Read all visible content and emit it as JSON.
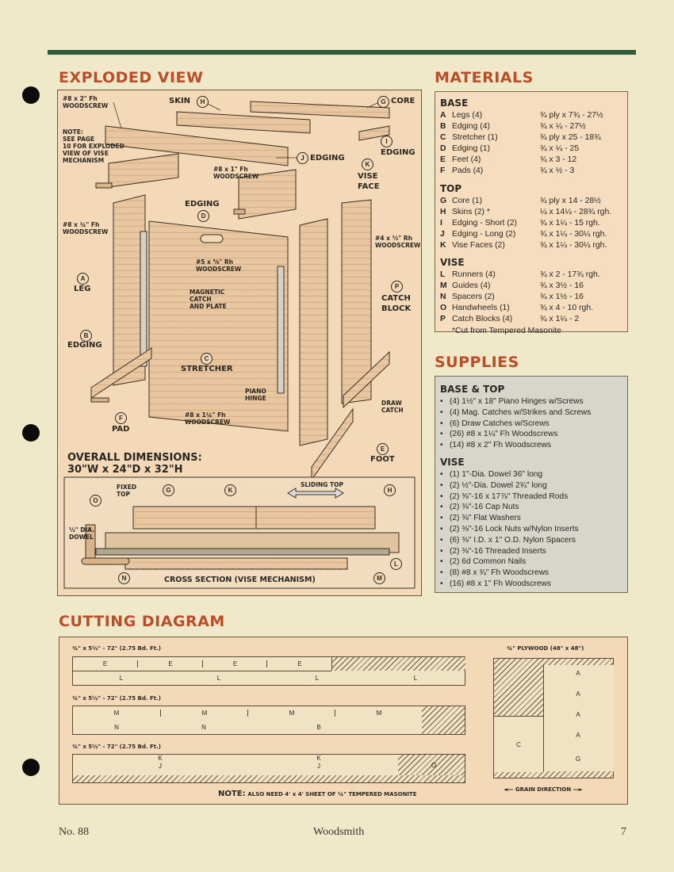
{
  "sections": {
    "exploded_view": "EXPLODED VIEW",
    "materials": "MATERIALS",
    "supplies": "SUPPLIES",
    "cutting_diagram": "CUTTING DIAGRAM"
  },
  "materials": {
    "base_title": "BASE",
    "base": [
      {
        "key": "A",
        "name": "Legs (4)",
        "size": "¾ ply x 7¾ - 27½"
      },
      {
        "key": "B",
        "name": "Edging (4)",
        "size": "¾ x ¼ - 27½"
      },
      {
        "key": "C",
        "name": "Stretcher (1)",
        "size": "¾ ply x 25 - 18¾"
      },
      {
        "key": "D",
        "name": "Edging (1)",
        "size": "¾ x ¼ - 25"
      },
      {
        "key": "E",
        "name": "Feet (4)",
        "size": "¾ x 3 - 12"
      },
      {
        "key": "F",
        "name": "Pads (4)",
        "size": "¾ x ½ - 3"
      }
    ],
    "top_title": "TOP",
    "top": [
      {
        "key": "G",
        "name": "Core (1)",
        "size": "¾ ply x 14 - 28½"
      },
      {
        "key": "H",
        "name": "Skins (2) *",
        "size": "¼ x 14¼ - 28¾ rgh."
      },
      {
        "key": "I",
        "name": "Edging - Short (2)",
        "size": "¾ x 1¼ - 15 rgh."
      },
      {
        "key": "J",
        "name": "Edging - Long (2)",
        "size": "¾ x 1¼ - 30¼ rgh."
      },
      {
        "key": "K",
        "name": "Vise Faces (2)",
        "size": "¾ x 1¼ - 30¼ rgh."
      }
    ],
    "vise_title": "VISE",
    "vise": [
      {
        "key": "L",
        "name": "Runners (4)",
        "size": "¾ x 2 - 17¾ rgh."
      },
      {
        "key": "M",
        "name": "Guides (4)",
        "size": "¾ x 3½ - 16"
      },
      {
        "key": "N",
        "name": "Spacers (2)",
        "size": "¾ x 1½ - 16"
      },
      {
        "key": "O",
        "name": "Handwheels (1)",
        "size": "¾ x 4 - 10 rgh."
      },
      {
        "key": "P",
        "name": "Catch Blocks (4)",
        "size": "¾ x 1¼ - 2"
      }
    ],
    "footnote": "*Cut from Tempered Masonite"
  },
  "supplies": {
    "base_top_title": "BASE & TOP",
    "base_top": [
      "(4) 1½\" x 18\" Piano Hinges w/Screws",
      "(4) Mag. Catches w/Strikes and Screws",
      "(6) Draw Catches w/Screws",
      "(26) #8 x 1¼\" Fh Woodscrews",
      "(14) #8 x 2\" Fh Woodscrews"
    ],
    "vise_title": "VISE",
    "vise": [
      "(1) 1\"-Dia. Dowel 36\" long",
      "(2) ½\"-Dia. Dowel 2¾\" long",
      "(2) ⅜\"-16 x 17⅞\" Threaded Rods",
      "(2) ⅜\"-16 Cap Nuts",
      "(2) ⅜\" Flat Washers",
      "(2) ⅜\"-16 Lock Nuts w/Nylon Inserts",
      "(6) ⅜\" I.D. x 1\" O.D. Nylon Spacers",
      "(2) ⅜\"-16 Threaded Inserts",
      "(2) 6d Common Nails",
      "(8) #8 x ¾\" Fh Woodscrews",
      "(16) #8 x 1\" Fh Woodscrews"
    ]
  },
  "exploded": {
    "screw_2": "#8 x 2\" Fh\nWOODSCREW",
    "skin": "SKIN",
    "core": "CORE",
    "note": "NOTE:\nSEE PAGE\n10 FOR EXPLODED\nVIEW OF VISE\nMECHANISM",
    "edging": "EDGING",
    "screw_1": "#8 x 1\" Fh\nWOODSCREW",
    "vise_face": "VISE\nFACE",
    "edging2": "EDGING",
    "edging3": "EDGING",
    "screw_34": "#8 x ¾\" Fh\nWOODSCREW",
    "rh_12": "#4 x ½\" Rh\nWOODSCREW",
    "rh_58": "#5 x ⅝\" Rh\nWOODSCREW",
    "leg": "LEG",
    "magnetic": "MAGNETIC\nCATCH\nAND PLATE",
    "catch_block": "CATCH\nBLOCK",
    "edging4": "EDGING",
    "stretcher": "STRETCHER",
    "piano_hinge": "PIANO\nHINGE",
    "draw_catch": "DRAW\nCATCH",
    "screw_114": "#8 x 1¼\" Fh\nWOODSCREW",
    "pad": "PAD",
    "foot": "FOOT",
    "dims_title": "OVERALL DIMENSIONS:",
    "dims_value": "30\"W x 24\"D x 32\"H",
    "fixed_top": "FIXED\nTOP",
    "sliding_top": "SLIDING TOP",
    "dowel": "½\" DIA.\nDOWEL",
    "cross_section": "CROSS SECTION (VISE MECHANISM)"
  },
  "cutting": {
    "board1_label": "¾\" x 5½\" - 72\" (2.75 Bd. Ft.)",
    "board2_label": "¾\" x 5½\" - 72\" (2.75 Bd. Ft.)",
    "board3_label": "¾\" x 5½\" - 72\" (2.75 Bd. Ft.)",
    "plywood_label": "¾\" PLYWOOD (48\" x 48\")",
    "grain": "GRAIN DIRECTION",
    "note_bold": "NOTE:",
    "note_text": "ALSO NEED 4' x 4' SHEET OF ¼\" TEMPERED MASONITE"
  },
  "footer": {
    "issue": "No. 88",
    "magazine": "Woodsmith",
    "page": "7"
  }
}
